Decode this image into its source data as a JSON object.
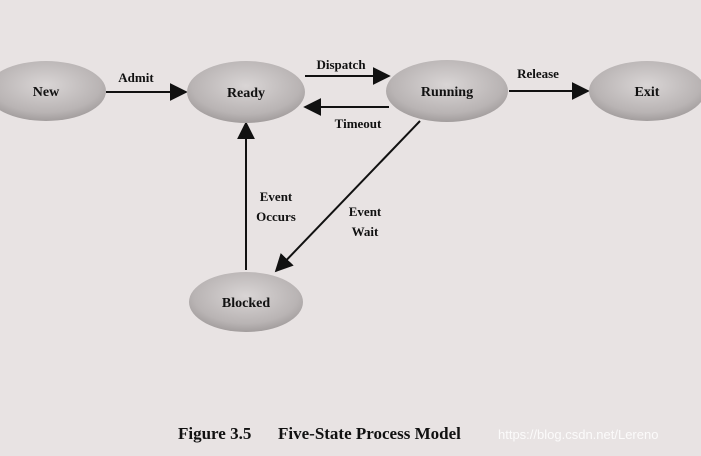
{
  "states": {
    "new": "New",
    "ready": "Ready",
    "running": "Running",
    "exit": "Exit",
    "blocked": "Blocked"
  },
  "transitions": {
    "admit": "Admit",
    "dispatch": "Dispatch",
    "timeout": "Timeout",
    "release": "Release",
    "event_occurs_line1": "Event",
    "event_occurs_line2": "Occurs",
    "event_wait_line1": "Event",
    "event_wait_line2": "Wait"
  },
  "caption": {
    "figure_number": "Figure 3.5",
    "title": "Five-State Process Model"
  },
  "watermark": "https://blog.csdn.net/Lereno",
  "colors": {
    "background": "#e8e3e3",
    "node_fill_light": "#d6d2d2",
    "node_fill_dark": "#9a9595",
    "stroke": "#111111"
  }
}
